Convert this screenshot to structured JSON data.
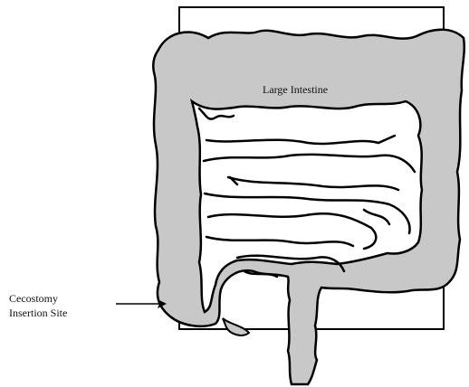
{
  "labels": {
    "organ": "Large Intestine",
    "site_line1": "Cecostomy",
    "site_line2": "Insertion Site"
  },
  "colors": {
    "intestine_fill": "#c8c8c8",
    "outline": "#000000",
    "background": "#ffffff"
  }
}
